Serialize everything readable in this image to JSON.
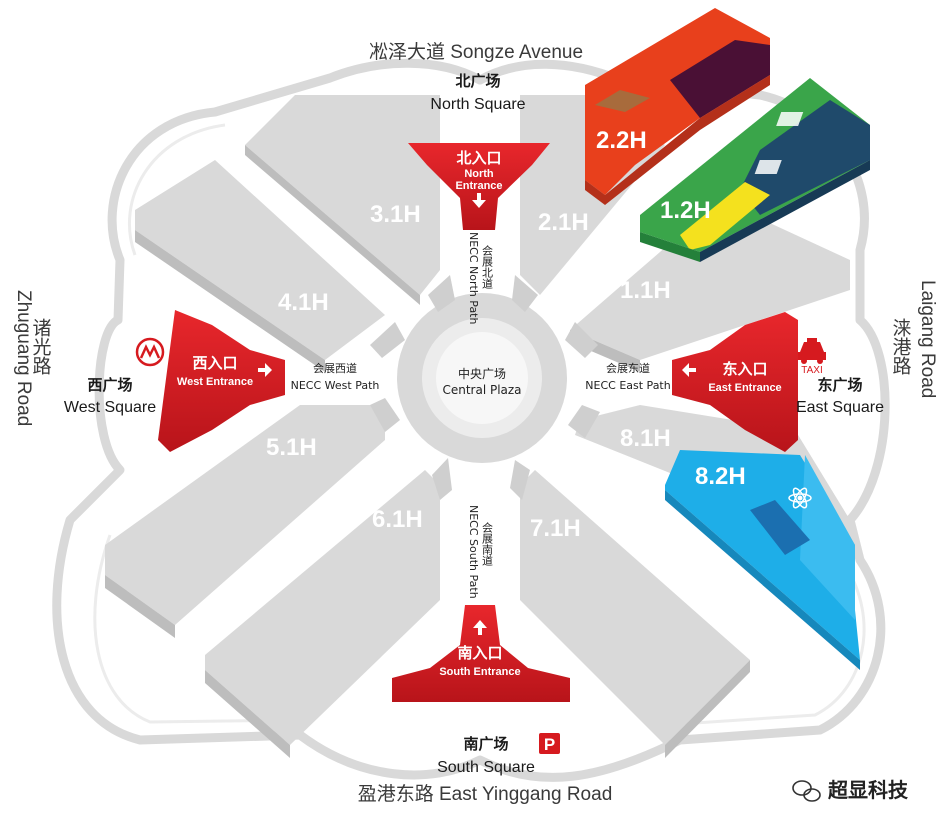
{
  "roads": {
    "north": "凇泽大道 Songze Avenue",
    "south": "盈港东路 East Yinggang Road",
    "west_en": "Zhuguang Road",
    "west_cn": "诸光路",
    "east_en": "Laigang Road",
    "east_cn": "涞港路"
  },
  "squares": {
    "north": {
      "cn": "北广场",
      "en": "North Square"
    },
    "south": {
      "cn": "南广场",
      "en": "South Square"
    },
    "west": {
      "cn": "西广场",
      "en": "West Square"
    },
    "east": {
      "cn": "东广场",
      "en": "East Square"
    }
  },
  "entrances": {
    "north": {
      "cn": "北入口",
      "en1": "North",
      "en2": "Entrance"
    },
    "south": {
      "cn": "南入口",
      "en": "South Entrance"
    },
    "west": {
      "cn": "西入口",
      "en": "West Entrance"
    },
    "east": {
      "cn": "东入口",
      "en": "East Entrance"
    }
  },
  "paths": {
    "north": {
      "cn": "会展北道",
      "en": "NECC North Path"
    },
    "south": {
      "cn": "会展南道",
      "en": "NECC South Path"
    },
    "west": {
      "cn": "会展西道",
      "en": "NECC West Path"
    },
    "east": {
      "cn": "会展东道",
      "en": "NECC East Path"
    }
  },
  "plaza": {
    "cn": "中央广场",
    "en": "Central Plaza"
  },
  "halls": {
    "h31": "3.1H",
    "h21": "2.1H",
    "h41": "4.1H",
    "h11": "1.1H",
    "h51": "5.1H",
    "h81": "8.1H",
    "h61": "6.1H",
    "h71": "7.1H",
    "h22": "2.2H",
    "h12": "1.2H",
    "h82": "8.2H"
  },
  "icons": {
    "metro": "metro-icon",
    "taxi": "taxi-icon",
    "taxi_label": "TAXI",
    "parking": "parking-icon",
    "parking_label": "P",
    "atom": "atom-icon",
    "arrow": "arrow-icon"
  },
  "watermark": {
    "text": "超显科技",
    "icon": "wechat-icon"
  },
  "colors": {
    "entrance_red": "#d61a1f",
    "hall_gray": "#dcdcdc",
    "hall_22_orange": "#e8401c",
    "hall_22_purple": "#4a1035",
    "hall_12_green": "#3aa54a",
    "hall_12_navy": "#1f4a6b",
    "hall_12_yellow": "#f4e11e",
    "hall_82_blue": "#1eaee8"
  }
}
